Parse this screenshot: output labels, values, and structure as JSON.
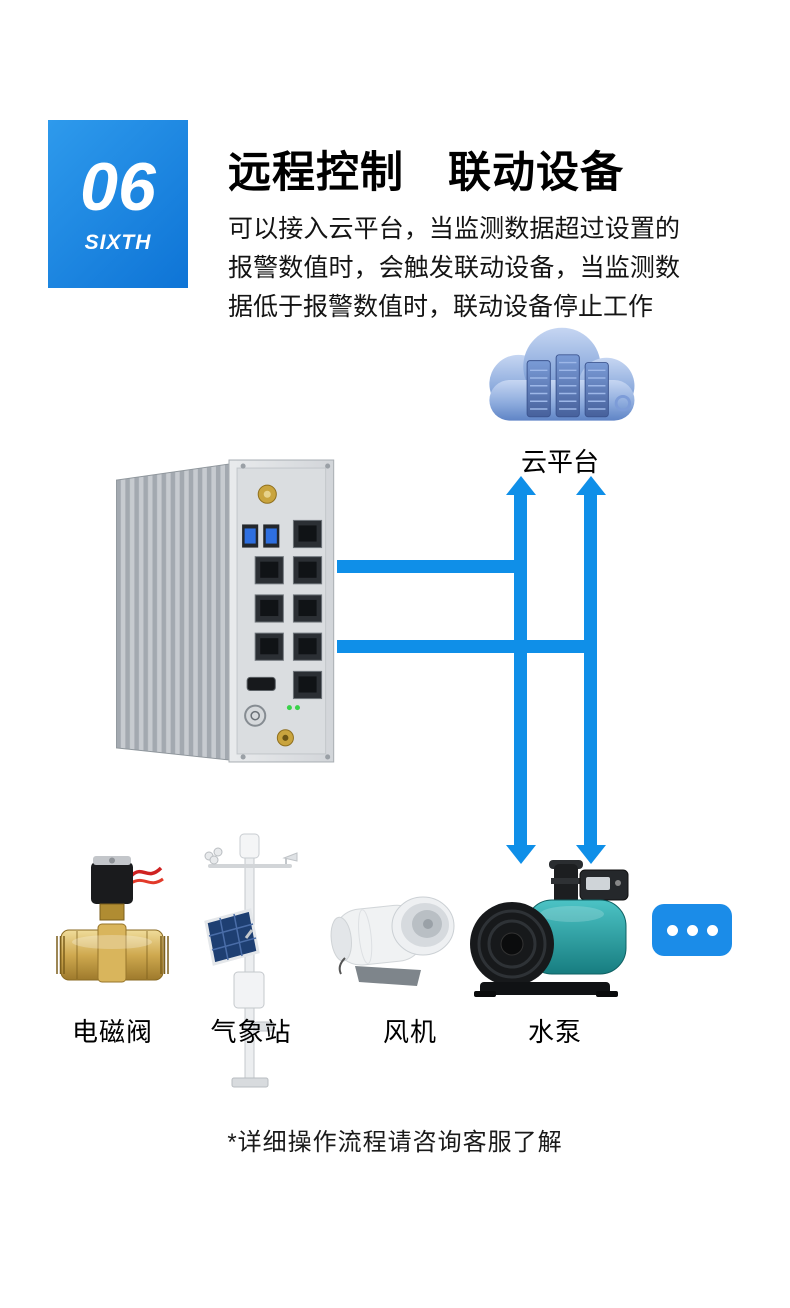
{
  "header": {
    "badge_number": "06",
    "badge_label": "SIXTH",
    "title": "远程控制　联动设备",
    "description": "可以接入云平台，当监测数据超过设置的报警数值时，会触发联动设备，当监测数据低于报警数值时，联动设备停止工作"
  },
  "diagram": {
    "cloud_label": "云平台"
  },
  "devices": [
    {
      "label": "电磁阀"
    },
    {
      "label": "气象站"
    },
    {
      "label": "风机"
    },
    {
      "label": "水泵"
    }
  ],
  "footnote": "*详细操作流程请咨询客服了解",
  "colors": {
    "accent_blue": "#1489e8",
    "badge_gradient_top": "#2e9aec",
    "badge_gradient_bottom": "#0e74d6",
    "arrow_blue": "#0f8fe8",
    "more_button_blue": "#1b8ce8"
  },
  "icons": {
    "cloud": "cloud-server-illustration",
    "gateway": "industrial-gateway-illustration",
    "valve": "solenoid-valve-illustration",
    "weather_station": "weather-station-illustration",
    "fan": "duct-fan-illustration",
    "pump": "water-pump-illustration",
    "more": "ellipsis-more-devices"
  }
}
